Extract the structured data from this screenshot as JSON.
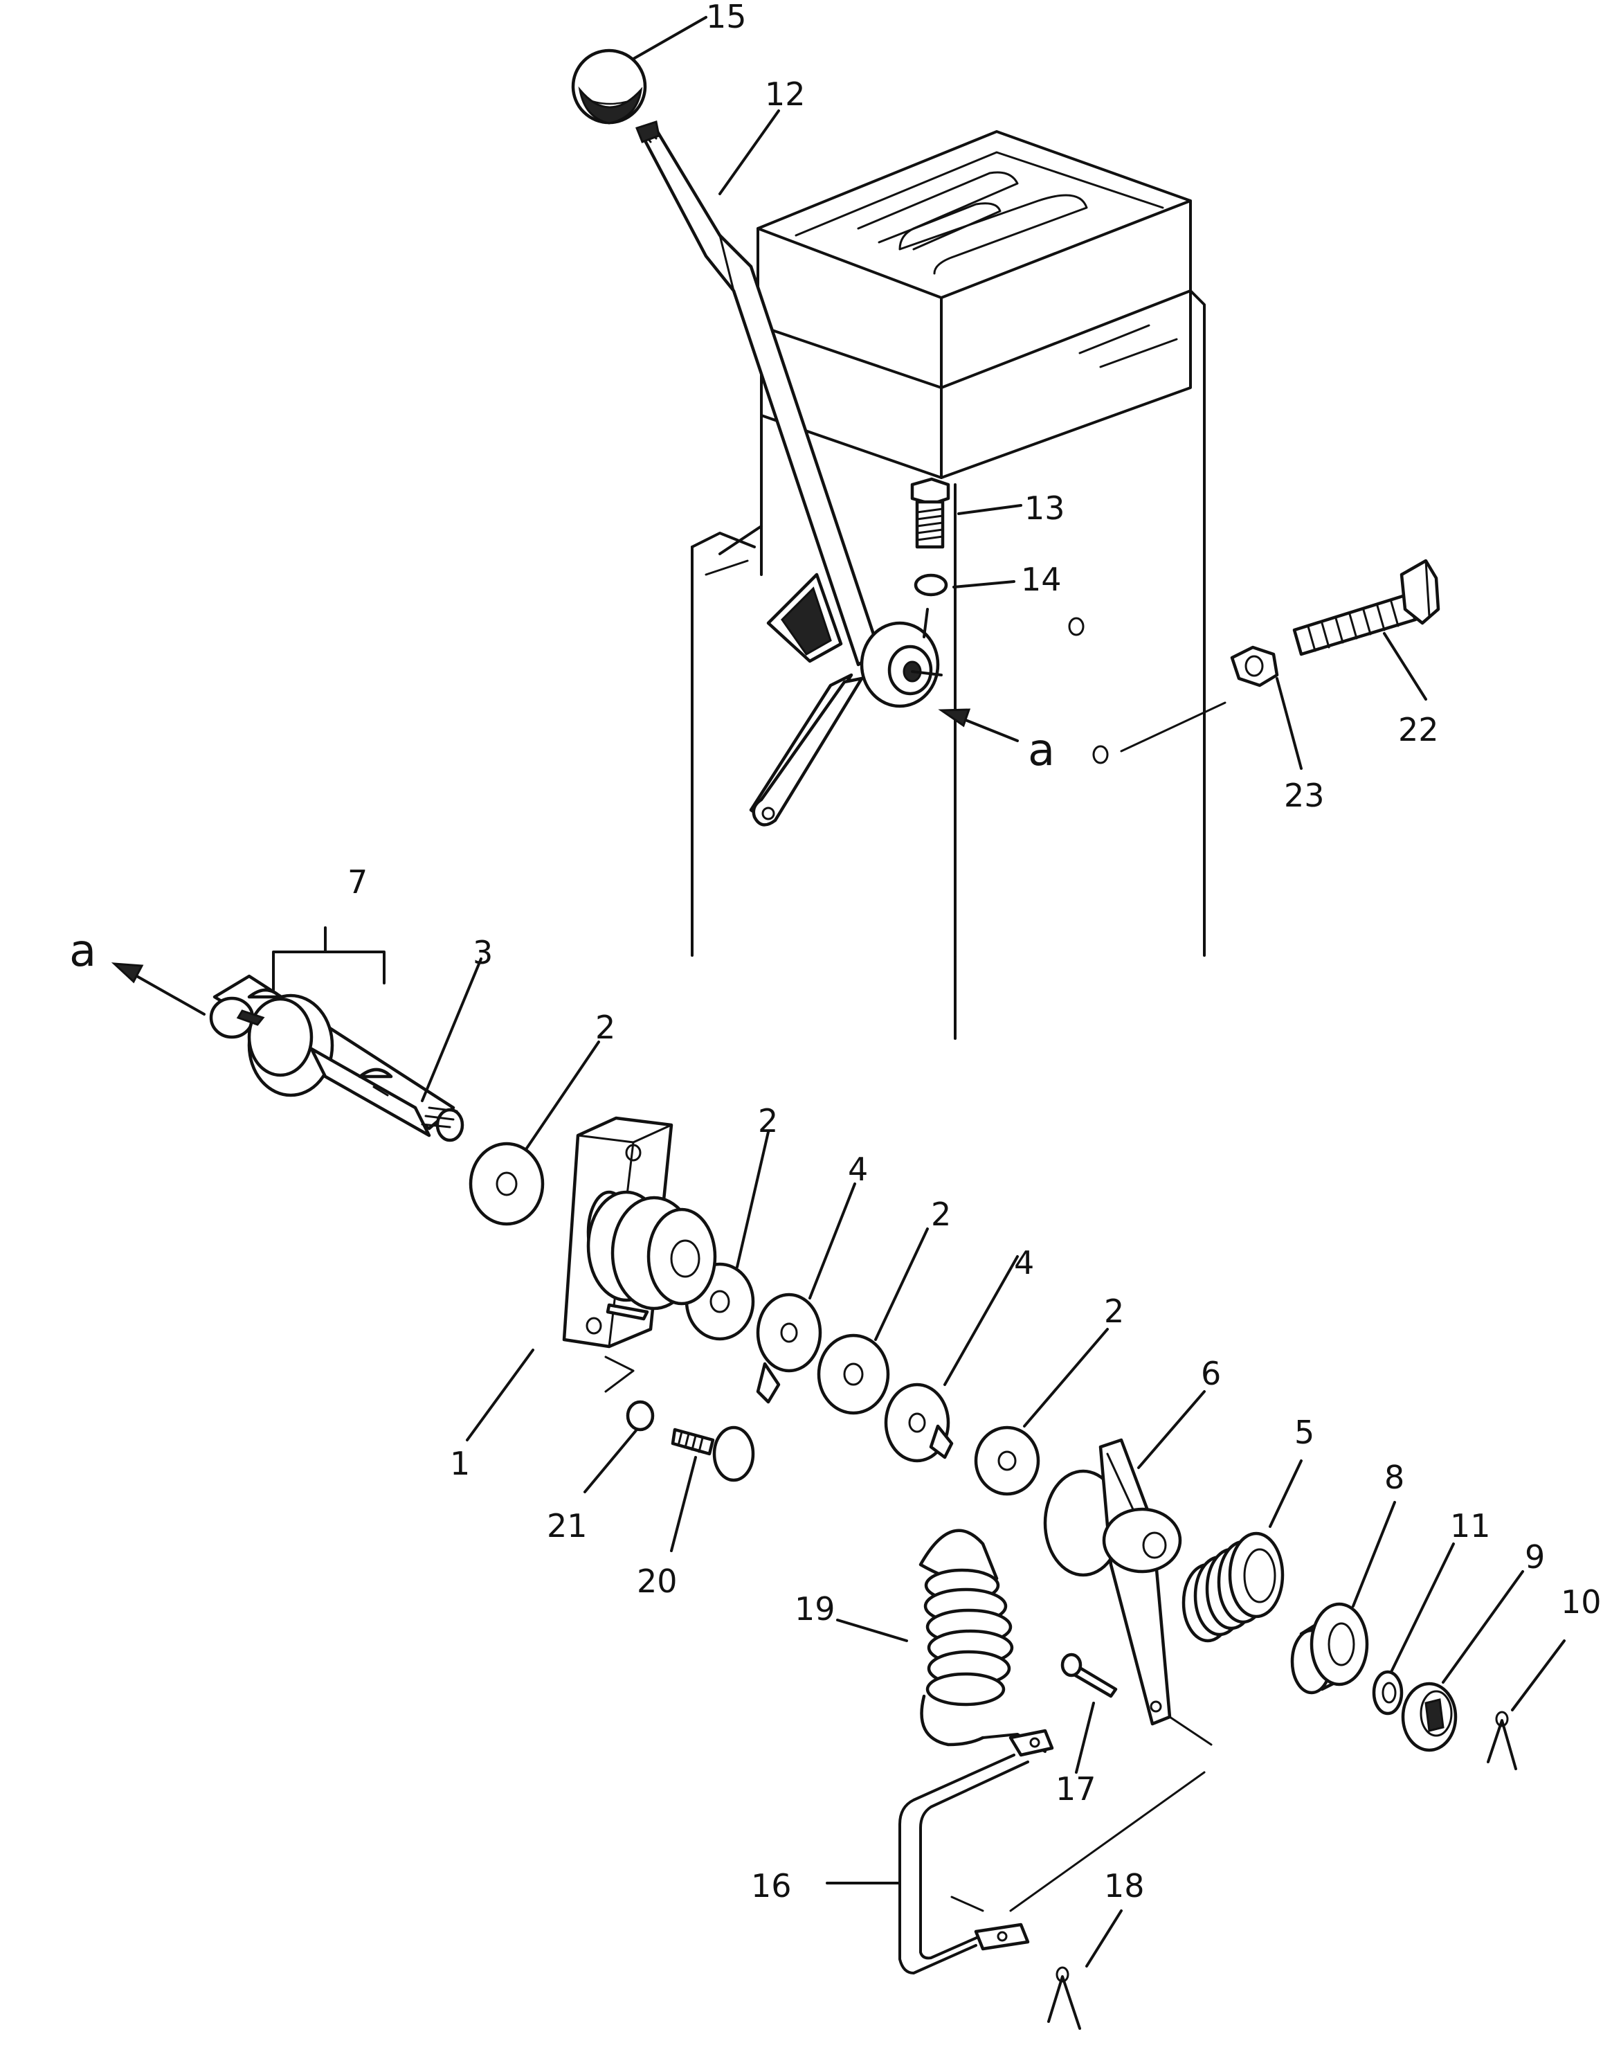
{
  "colors": {
    "line": "#111111",
    "background": "#ffffff"
  },
  "labels": {
    "p1": "1",
    "p2a": "2",
    "p2b": "2",
    "p2c": "2",
    "p2d": "2",
    "p3": "3",
    "p4a": "4",
    "p4b": "4",
    "p5": "5",
    "p6": "6",
    "p7": "7",
    "p8": "8",
    "p9": "9",
    "p10": "10",
    "p11": "11",
    "p12": "12",
    "p13": "13",
    "p14": "14",
    "p15": "15",
    "p16": "16",
    "p17": "17",
    "p18": "18",
    "p19": "19",
    "p20": "20",
    "p21": "21",
    "p22": "22",
    "p23": "23",
    "viewA1": "a",
    "viewA2": "a"
  }
}
